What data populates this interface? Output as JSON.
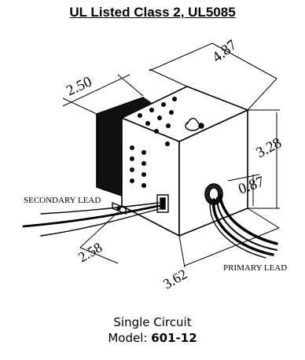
{
  "header": {
    "title": "UL Listed Class 2, UL5085"
  },
  "diagram": {
    "dimensions": {
      "width": "2.50",
      "length": "4.87",
      "height": "3.28",
      "lead_offset": "0.87",
      "depth": "2.58",
      "length_bottom": "3.62"
    },
    "labels": {
      "secondary_lead": "SECONDARY LEAD",
      "primary_lead": "PRIMARY LEAD"
    }
  },
  "caption": {
    "line1": "Single Circuit",
    "model_label": "Model: ",
    "model_value": "601-12"
  }
}
